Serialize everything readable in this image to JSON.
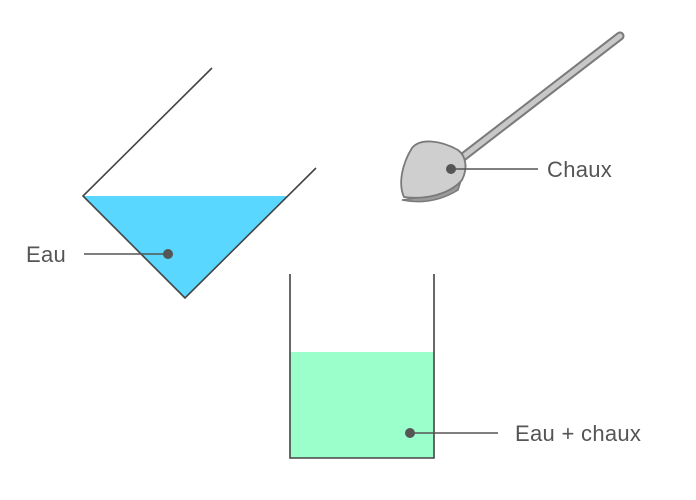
{
  "labels": {
    "water": "Eau",
    "lime": "Chaux",
    "mixture": "Eau + chaux"
  },
  "colors": {
    "water": "#5ad7ff",
    "mixture": "#9bffcc",
    "outline": "#444444",
    "spoon_fill": "#cfcfcf",
    "spoon_edge": "#7a7a7a",
    "leader": "#555555",
    "background": "#ffffff"
  },
  "icons": {
    "tilted_beaker": "tilted-beaker-icon",
    "spoon": "spoon-icon",
    "upright_beaker": "beaker-icon"
  }
}
